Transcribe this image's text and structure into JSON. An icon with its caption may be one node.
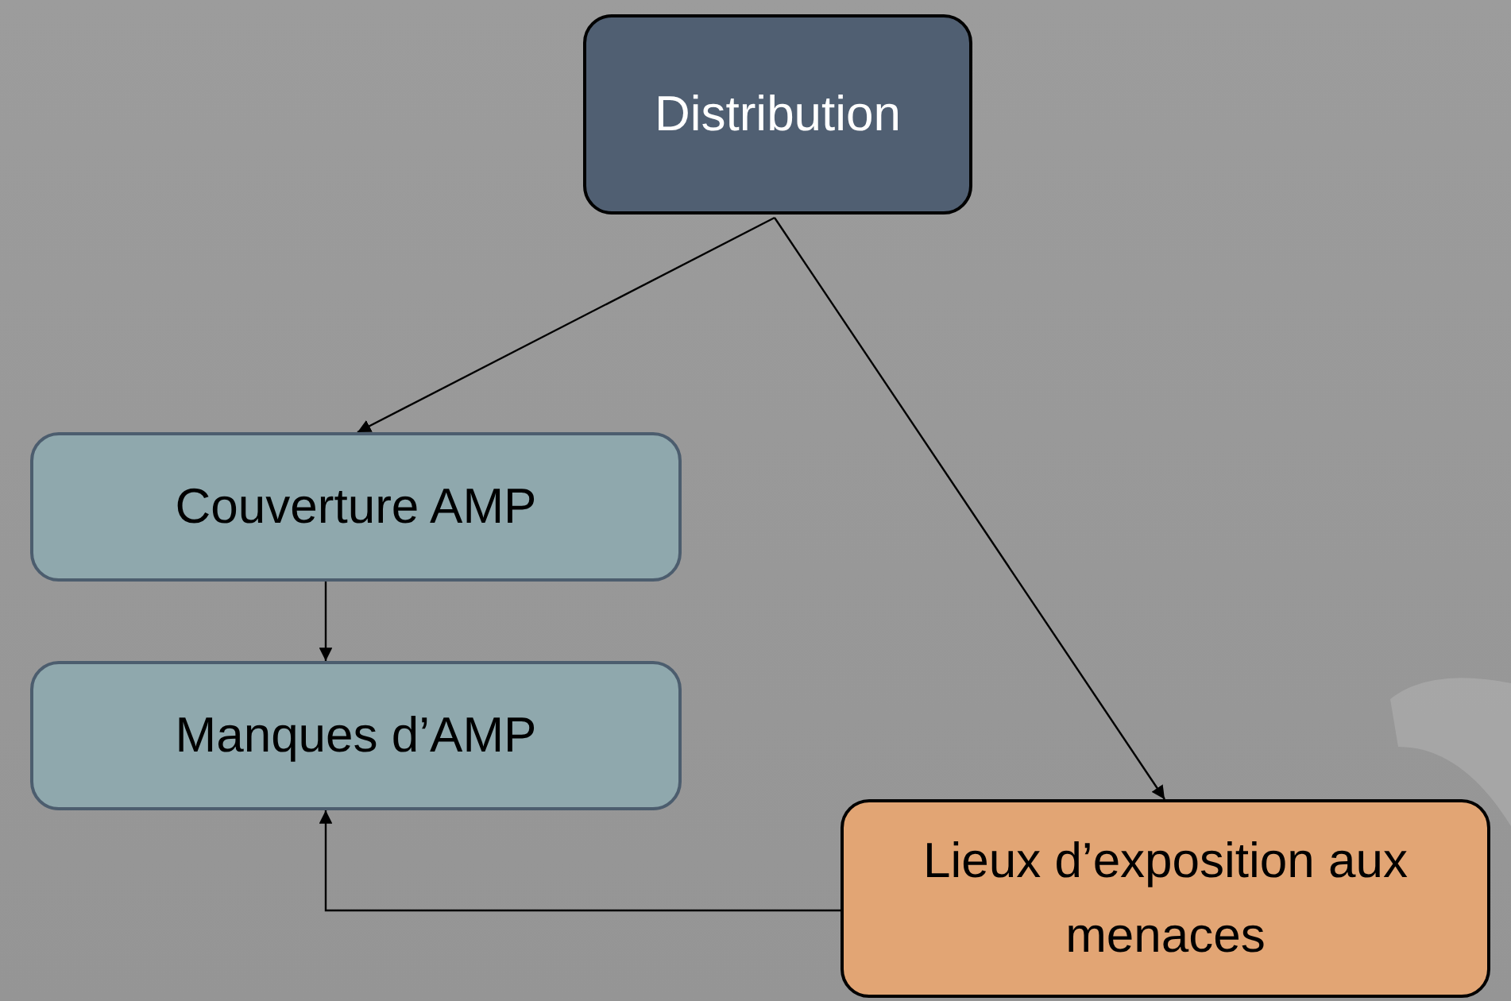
{
  "diagram": {
    "nodes": [
      {
        "text": [
          "Distribution"
        ]
      },
      {
        "text": [
          "Couverture AMP"
        ]
      },
      {
        "text": [
          "Manques d’AMP"
        ]
      },
      {
        "text": [
          "Lieux d’exposition aux menaces"
        ]
      }
    ],
    "edges": [
      {
        "from": 0,
        "to": 1,
        "arrow": "to"
      },
      {
        "from": 0,
        "to": 3,
        "arrow": "to"
      },
      {
        "from": 1,
        "to": 2,
        "arrow": "to"
      },
      {
        "from": 3,
        "to": 2,
        "arrow": "to"
      }
    ]
  }
}
